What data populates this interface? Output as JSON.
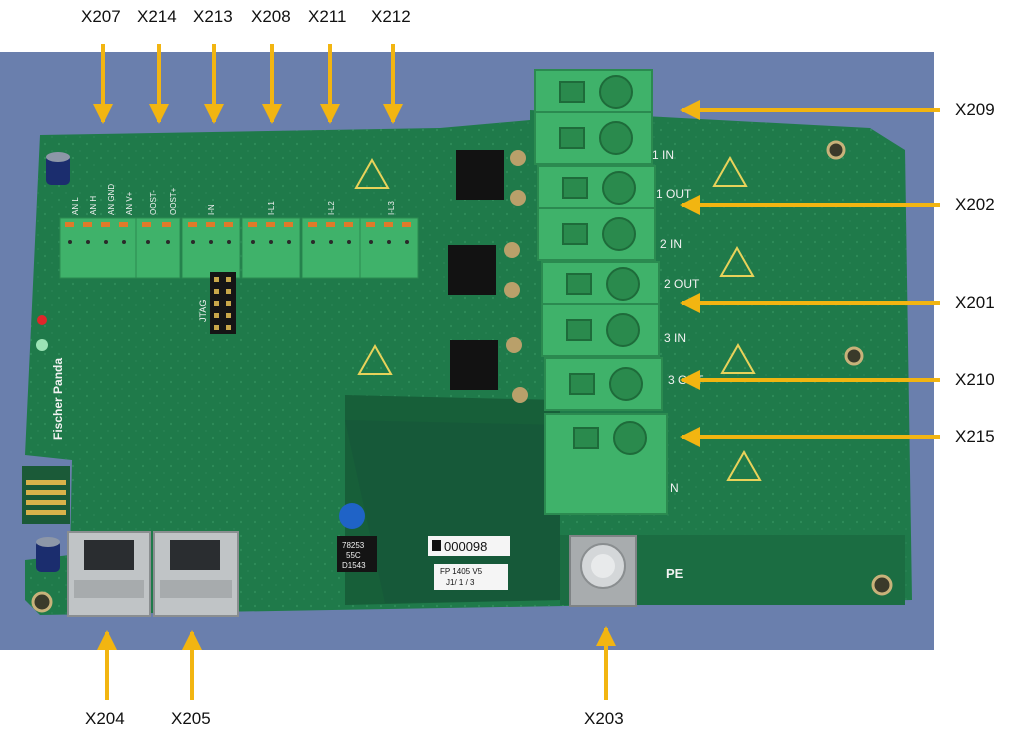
{
  "connectors": {
    "top": [
      "X207",
      "X214",
      "X213",
      "X208",
      "X211",
      "X212"
    ],
    "right": [
      "X209",
      "X202",
      "X201",
      "X210",
      "X215"
    ],
    "bottom": [
      "X204",
      "X205",
      "X203"
    ]
  },
  "board": {
    "brand": "Fischer Panda",
    "jtag": "JTAG",
    "pe": "PE",
    "serial": "000098",
    "ic": [
      "78253",
      "55C",
      "D1543"
    ],
    "version": [
      "FP 1405  V5",
      "J1/ 1 / 3"
    ],
    "terminal_small": [
      "AN L",
      "AN H",
      "AN GND",
      "AN V+",
      "OOST-",
      "OOST+",
      "I-N",
      "I-L1",
      "I-L2",
      "I-L3"
    ],
    "terminal_big": [
      "1 IN",
      "1 OUT",
      "2 IN",
      "2 OUT",
      "3 IN",
      "3 OUT",
      "N"
    ]
  },
  "colors": {
    "background": "#ffffff",
    "photo_backdrop": "#6f84b2",
    "pcb": "#1f7a4a",
    "pcb_dark": "#175f39",
    "terminal": "#3fb26a",
    "arrow": "#f2b511"
  }
}
